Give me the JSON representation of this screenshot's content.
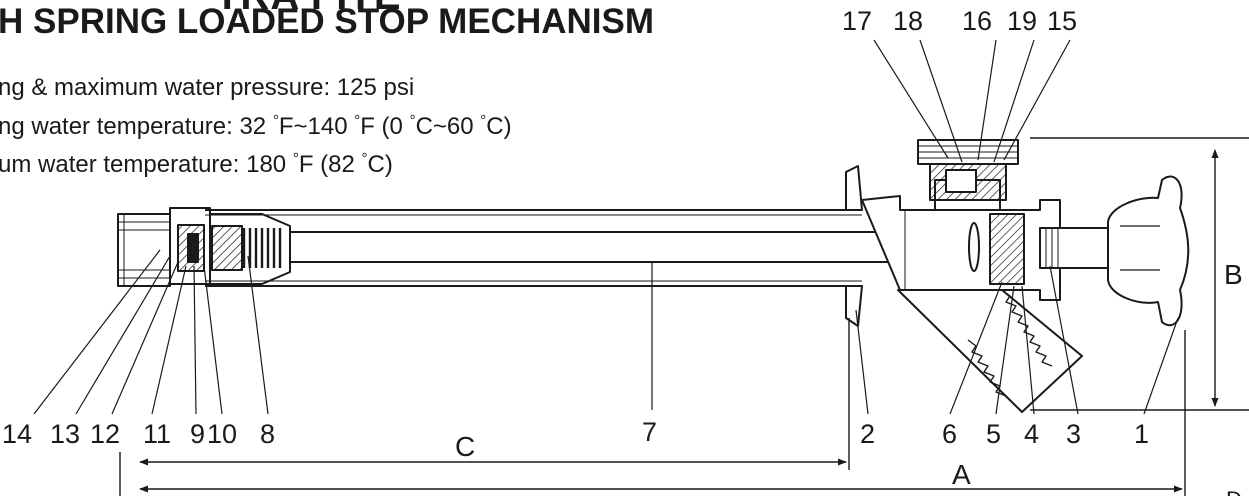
{
  "header": {
    "product_partial": "TRA FITE",
    "subtitle": "H SPRING LOADED STOP MECHANISM"
  },
  "specs": [
    {
      "prefix": "ng & maximum water pressure: 125 psi",
      "parts": []
    },
    {
      "prefix": "ng water temperature: 32 ",
      "parts": [
        "F~140 ",
        "F (0 ",
        "C~60 ",
        "C)"
      ]
    },
    {
      "prefix": "um water temperature: 180 ",
      "parts": [
        "F (82 ",
        "C)"
      ]
    }
  ],
  "degree_symbol": "°",
  "callouts": {
    "top": [
      "17",
      "18",
      "16",
      "19",
      "15"
    ],
    "bottom": [
      "14",
      "13",
      "12",
      "11",
      "9",
      "10",
      "8",
      "7",
      "2",
      "6",
      "5",
      "4",
      "3",
      "1"
    ]
  },
  "dimensions": {
    "A": "A",
    "B": "B",
    "C": "C",
    "D_partial": "D"
  },
  "colors": {
    "ink": "#1a1a1a",
    "background": "#ffffff"
  }
}
